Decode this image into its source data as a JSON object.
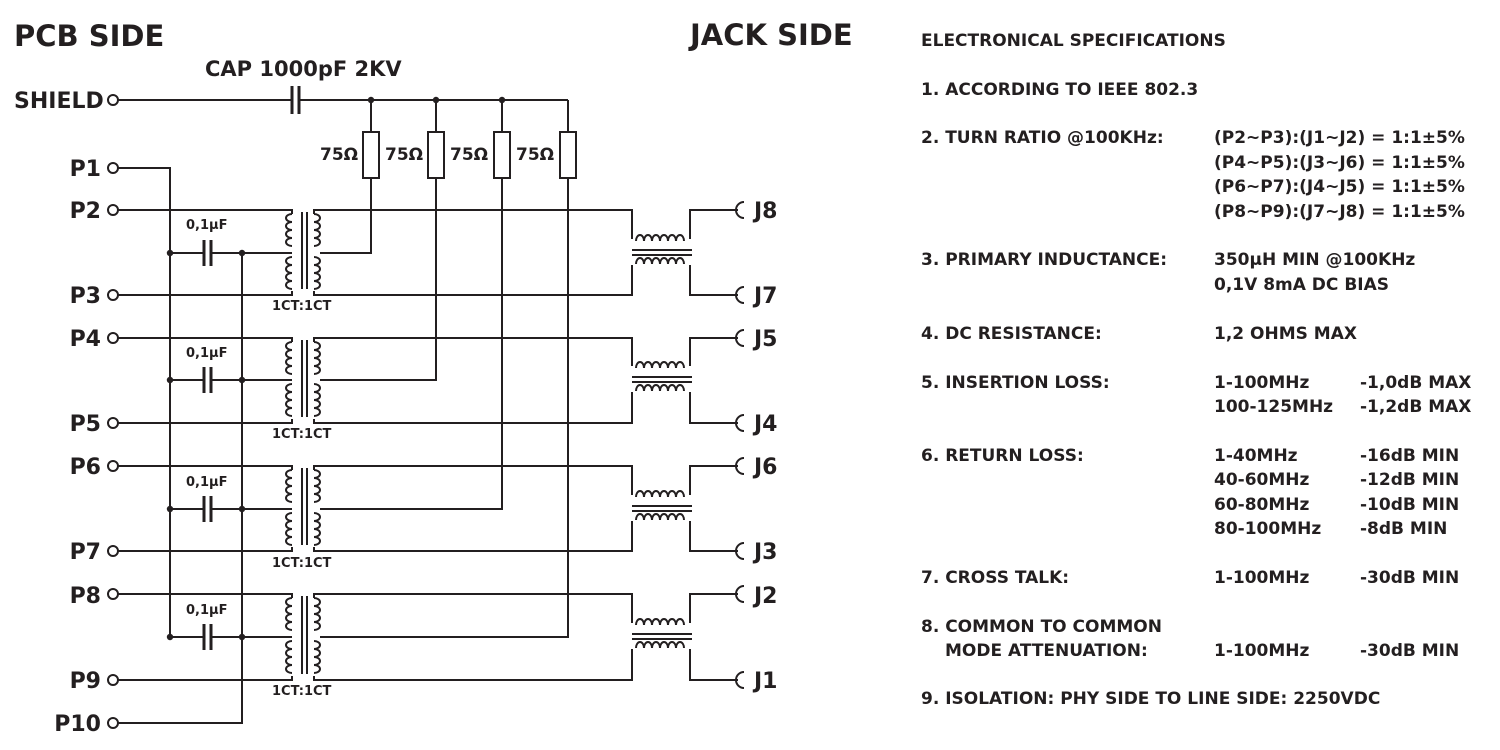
{
  "diagram": {
    "pcb_side_title": "PCB SIDE",
    "jack_side_title": "JACK SIDE",
    "shield_cap_label": "CAP 1000pF 2KV",
    "shield_label": "SHIELD",
    "resistor_labels": [
      "75Ω",
      "75Ω",
      "75Ω",
      "75Ω"
    ],
    "pcb_pins": [
      "P1",
      "P2",
      "P3",
      "P4",
      "P5",
      "P6",
      "P7",
      "P8",
      "P9",
      "P10"
    ],
    "jack_pins": [
      "J8",
      "J7",
      "J5",
      "J4",
      "J6",
      "J3",
      "J2",
      "J1"
    ],
    "channel_caps": [
      "0,1µF",
      "0,1µF",
      "0,1µF",
      "0,1µF"
    ],
    "transformer_ratios": [
      "1CT:1CT",
      "1CT:1CT",
      "1CT:1CT",
      "1CT:1CT"
    ]
  },
  "specs": {
    "title": "ELECTRONICAL SPECIFICATIONS",
    "s1": "1. ACCORDING TO IEEE 802.3",
    "s2_label": "2. TURN RATIO @100KHz:",
    "s2_values": [
      "(P2~P3):(J1~J2) = 1:1±5%",
      "(P4~P5):(J3~J6) = 1:1±5%",
      "(P6~P7):(J4~J5) = 1:1±5%",
      "(P8~P9):(J7~J8) = 1:1±5%"
    ],
    "s3_label": "3. PRIMARY INDUCTANCE:",
    "s3_values": [
      "350µH MIN @100KHz",
      "0,1V 8mA DC BIAS"
    ],
    "s4_label": "4. DC RESISTANCE:",
    "s4_value": "1,2 OHMS MAX",
    "s5_label": "5. INSERTION LOSS:",
    "s5_rows": [
      [
        "1-100MHz",
        "-1,0dB MAX"
      ],
      [
        "100-125MHz",
        "-1,2dB MAX"
      ]
    ],
    "s6_label": "6. RETURN LOSS:",
    "s6_rows": [
      [
        "1-40MHz",
        "-16dB MIN"
      ],
      [
        "40-60MHz",
        "-12dB MIN"
      ],
      [
        "60-80MHz",
        "-10dB MIN"
      ],
      [
        "80-100MHz",
        "-8dB MIN"
      ]
    ],
    "s7_label": "7. CROSS TALK:",
    "s7_row": [
      "1-100MHz",
      "-30dB MIN"
    ],
    "s8_label_line1": "8. COMMON TO COMMON",
    "s8_label_line2": "MODE ATTENUATION:",
    "s8_row": [
      "1-100MHz",
      "-30dB MIN"
    ],
    "s9": "9. ISOLATION: PHY SIDE TO LINE SIDE: 2250VDC"
  }
}
